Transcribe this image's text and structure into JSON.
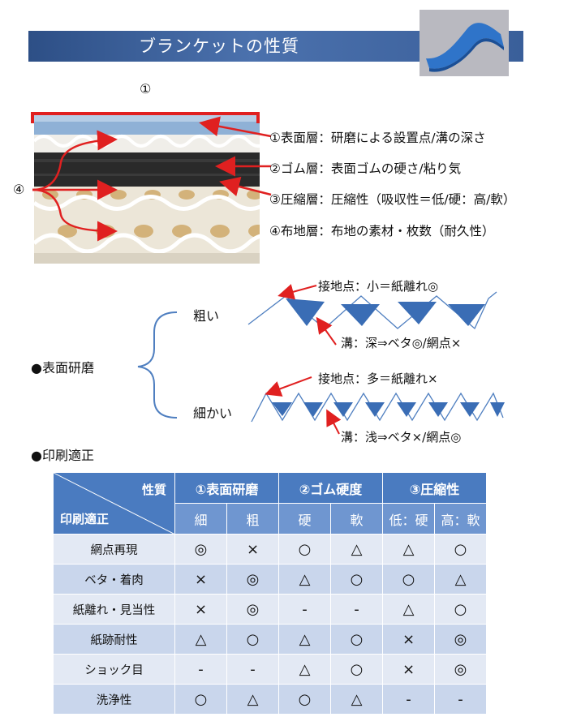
{
  "title": "ブランケットの性質",
  "layers": {
    "bracket_label": "①",
    "side_label": "④",
    "items": [
      "①表面層：研磨による設置点/溝の深さ",
      "②ゴム層：表面ゴムの硬さ/粘り気",
      "③圧縮層：圧縮性（吸収性＝低/硬：高/軟）",
      "④布地層：布地の素材・枚数（耐久性）"
    ]
  },
  "surface_polish": {
    "label": "●表面研磨",
    "coarse": {
      "label": "粗い",
      "contact_note": "接地点：小＝紙離れ◎",
      "groove_note": "溝：深⇒ベタ◎/網点×"
    },
    "fine": {
      "label": "細かい",
      "contact_note": "接地点：多＝紙離れ×",
      "groove_note": "溝：浅⇒ベタ×/網点◎"
    }
  },
  "print_section_label": "●印刷適正",
  "table": {
    "corner_top": "性質",
    "corner_bottom": "印刷適正",
    "groups": [
      "①表面研磨",
      "②ゴム硬度",
      "③圧縮性"
    ],
    "subheaders": [
      "細",
      "粗",
      "硬",
      "軟",
      "低：硬",
      "高：軟"
    ],
    "rows": [
      {
        "label": "網点再現",
        "cells": [
          "◎",
          "×",
          "○",
          "△",
          "△",
          "○"
        ]
      },
      {
        "label": "ベタ・着肉",
        "cells": [
          "×",
          "◎",
          "△",
          "○",
          "○",
          "△"
        ]
      },
      {
        "label": "紙離れ・見当性",
        "cells": [
          "×",
          "◎",
          "-",
          "-",
          "△",
          "○"
        ]
      },
      {
        "label": "紙跡耐性",
        "cells": [
          "△",
          "○",
          "△",
          "○",
          "×",
          "◎"
        ]
      },
      {
        "label": "ショック目",
        "cells": [
          "-",
          "-",
          "△",
          "○",
          "×",
          "◎"
        ]
      },
      {
        "label": "洗浄性",
        "cells": [
          "○",
          "△",
          "○",
          "△",
          "-",
          "-"
        ]
      }
    ]
  },
  "colors": {
    "banner": "#3a5f9a",
    "table_header": "#4a7bc0",
    "arrow_red": "#e02020",
    "triangle_blue": "#3a6db5"
  }
}
